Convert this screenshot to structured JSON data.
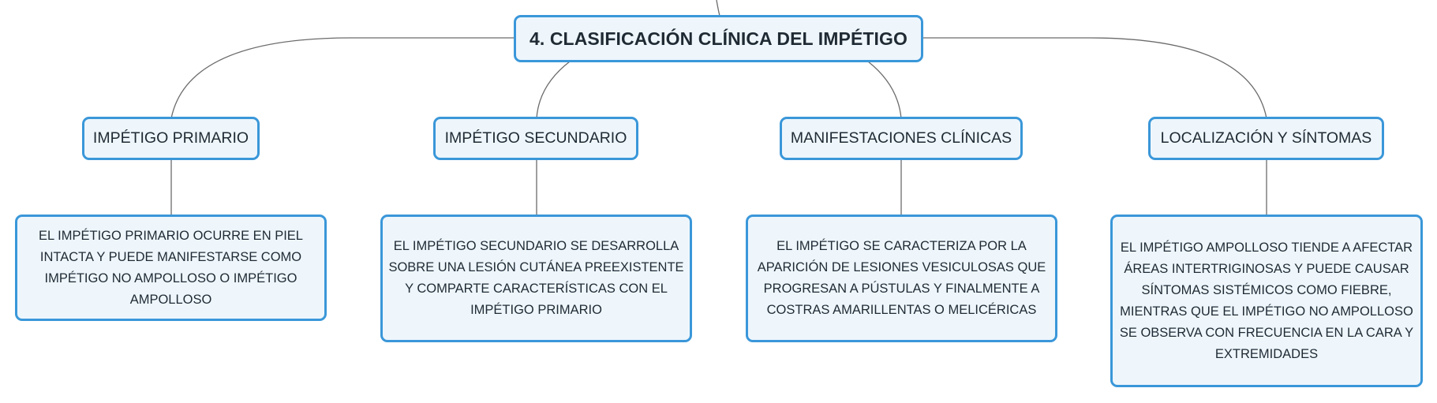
{
  "root": {
    "title": "4. CLASIFICACIÓN CLÍNICA DEL IMPÉTIGO"
  },
  "branches": [
    {
      "title": "IMPÉTIGO PRIMARIO",
      "description": "EL IMPÉTIGO PRIMARIO OCURRE EN PIEL INTACTA Y PUEDE MANIFESTARSE COMO IMPÉTIGO NO AMPOLLOSO O IMPÉTIGO AMPOLLOSO"
    },
    {
      "title": "IMPÉTIGO SECUNDARIO",
      "description": "EL IMPÉTIGO SECUNDARIO SE DESARROLLA SOBRE UNA LESIÓN CUTÁNEA PREEXISTENTE Y COMPARTE CARACTERÍSTICAS CON EL IMPÉTIGO PRIMARIO"
    },
    {
      "title": "MANIFESTACIONES CLÍNICAS",
      "description": "EL IMPÉTIGO SE CARACTERIZA POR LA APARICIÓN DE LESIONES VESICULOSAS QUE PROGRESAN A PÚSTULAS Y FINALMENTE A COSTRAS AMARILLENTAS O MELICÉRICAS"
    },
    {
      "title": "LOCALIZACIÓN Y SÍNTOMAS",
      "description": "EL IMPÉTIGO AMPOLLOSO TIENDE A AFECTAR ÁREAS INTERTRIGINOSAS Y PUEDE CAUSAR SÍNTOMAS SISTÉMICOS COMO FIEBRE, MIENTRAS QUE EL IMPÉTIGO NO AMPOLLOSO SE OBSERVA CON FRECUENCIA EN LA CARA Y EXTREMIDADES"
    }
  ],
  "colors": {
    "border": "#3a97d9",
    "fill": "#eef6fc",
    "connector": "#6b6b6b"
  }
}
